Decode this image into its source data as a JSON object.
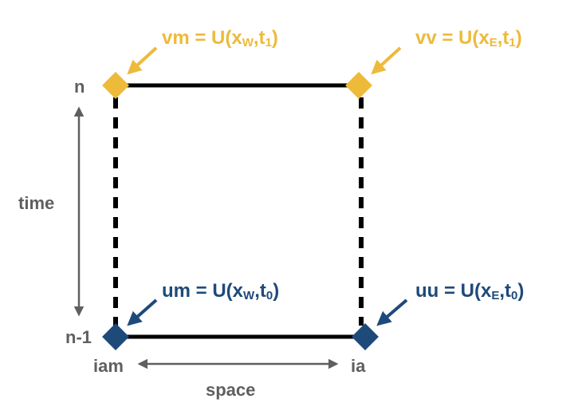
{
  "diagram": {
    "colors": {
      "yellow": "#EDBA3A",
      "blue": "#1E4A7A",
      "gray": "#5f5f5f",
      "black": "#000000"
    },
    "nodes": {
      "vm": {
        "name": "vm",
        "x_sub": "W",
        "t_sub": "1"
      },
      "vv": {
        "name": "vv",
        "x_sub": "E",
        "t_sub": "1"
      },
      "um": {
        "name": "um",
        "x_sub": "W",
        "t_sub": "0"
      },
      "uu": {
        "name": "uu",
        "x_sub": "E",
        "t_sub": "0"
      }
    },
    "eq": " = U(x",
    "comma": ",t",
    "close": ")",
    "axis": {
      "time_label": "time",
      "space_label": "space",
      "n_label": "n",
      "n_minus_1_label": "n-1",
      "iam_label": "iam",
      "ia_label": "ia"
    }
  }
}
